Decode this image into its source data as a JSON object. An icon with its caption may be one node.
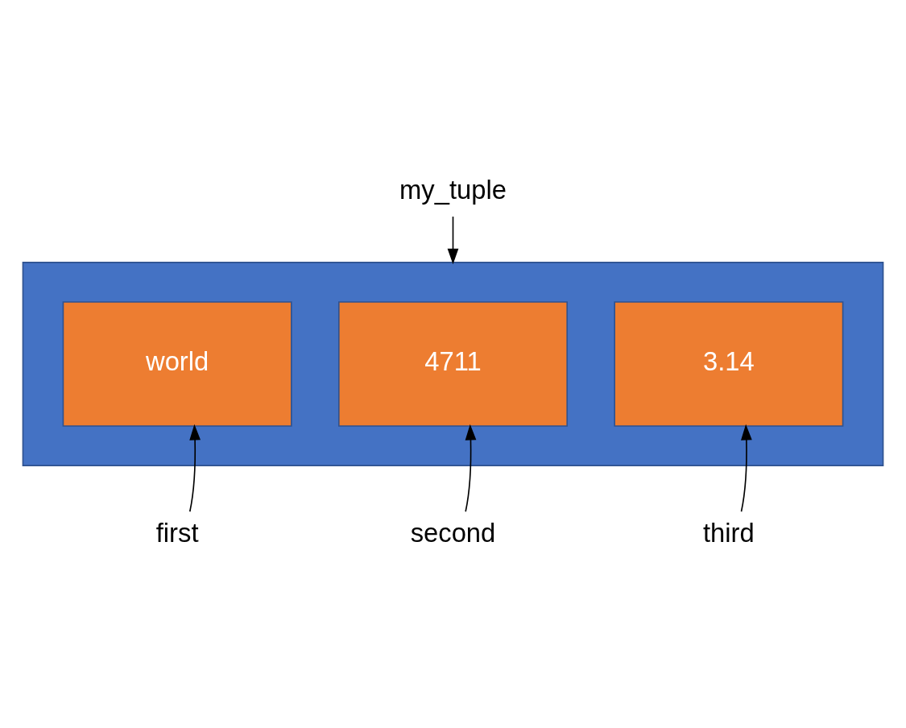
{
  "diagram": {
    "nodes": [
      {
        "text": [
          "my_tuple"
        ]
      },
      {
        "text": [],
        "shape": "box"
      },
      {
        "text": [
          "world"
        ],
        "in": 1
      },
      {
        "text": [
          "4711"
        ],
        "in": 1
      },
      {
        "text": [
          "3.14"
        ],
        "in": 1
      },
      {
        "text": [
          "first"
        ]
      },
      {
        "text": [
          "second"
        ]
      },
      {
        "text": [
          "third"
        ]
      }
    ],
    "edges": [
      {
        "from": 0,
        "to": 1,
        "arrow": "to"
      },
      {
        "from": 5,
        "to": 2,
        "arrow": "to"
      },
      {
        "from": 6,
        "to": 3,
        "arrow": "to"
      },
      {
        "from": 7,
        "to": 4,
        "arrow": "to"
      }
    ]
  }
}
